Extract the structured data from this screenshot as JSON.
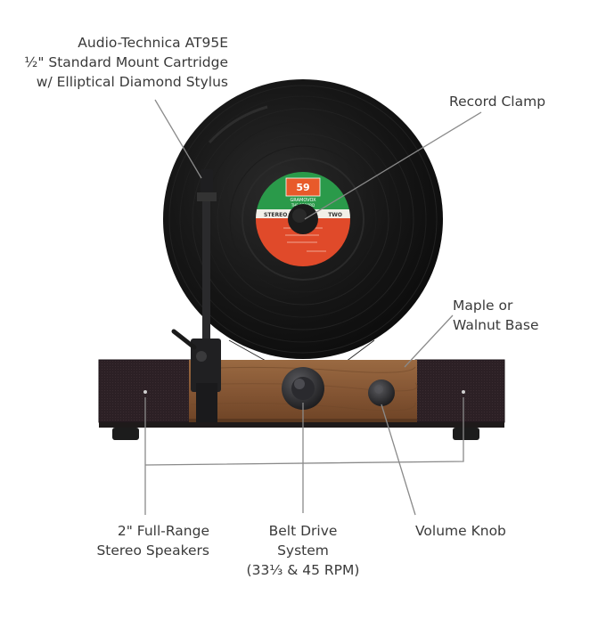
{
  "callouts": {
    "cartridge": [
      "Audio-Technica AT95E",
      "½\" Standard Mount Cartridge",
      "w/ Elliptical Diamond Stylus"
    ],
    "clamp": [
      "Record Clamp"
    ],
    "base": [
      "Maple or",
      "Walnut Base"
    ],
    "speakers": [
      "2\" Full-Range",
      "Stereo Speakers"
    ],
    "belt": [
      "Belt Drive",
      "System",
      "(33⅓ & 45 RPM)"
    ],
    "volume": [
      "Volume Knob"
    ]
  },
  "record_label": {
    "brand": "GRAMOVOX",
    "left_text": "STEREO",
    "right_text": "TWO",
    "title": "THE RECORD"
  },
  "colors": {
    "vinyl": "#141414",
    "label_green": "#2a9a4a",
    "label_red": "#e04a2a",
    "wood": "#8a5a36",
    "speaker": "#2a1f24",
    "line": "#8a8a8a"
  }
}
